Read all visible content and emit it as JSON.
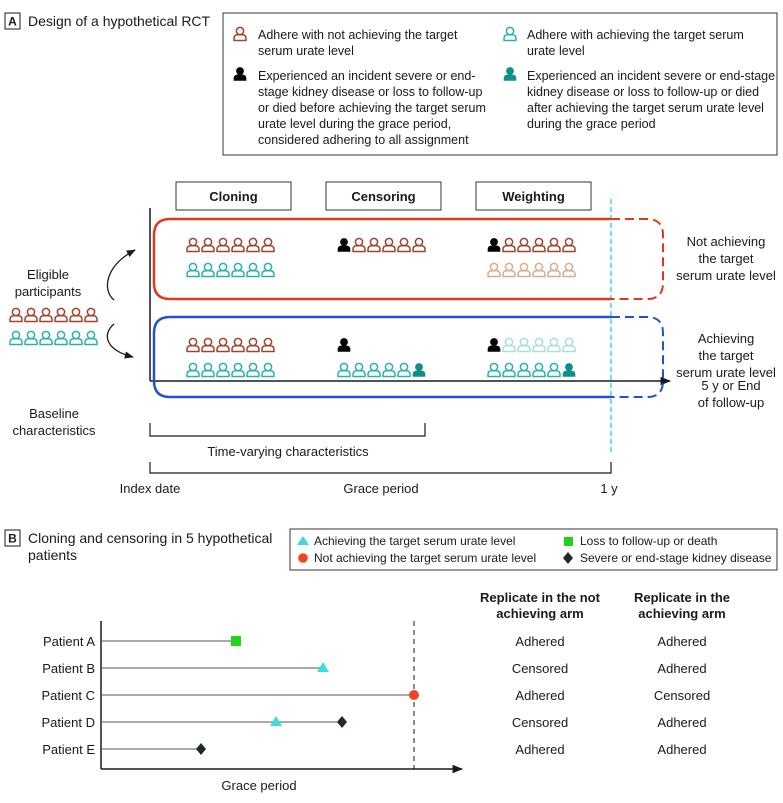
{
  "panel_a": {
    "letter": "A",
    "title": "Design of a hypothetical RCT",
    "legend": [
      {
        "icon": "person-outline-icon",
        "color": "#a0432b",
        "lines": [
          "Adhere with not achieving the target",
          "serum urate level"
        ]
      },
      {
        "icon": "person-outline-icon",
        "color": "#2bafb1",
        "lines": [
          "Adhere with achieving the target serum",
          "urate level"
        ]
      },
      {
        "icon": "person-filled-icon",
        "color": "#000000",
        "lines": [
          "Experienced an incident severe or end-",
          "stage kidney disease or loss to follow-up",
          "or died before achieving the target serum",
          "urate level during the grace period,",
          "considered adhering to all assignment"
        ]
      },
      {
        "icon": "person-filled-icon",
        "color": "#0f8f8c",
        "lines": [
          "Experienced an incident severe or end-stage",
          "kidney disease or loss to follow-up or died",
          "after achieving the target serum urate level",
          "during the grace period"
        ]
      }
    ],
    "steps": [
      "Cloning",
      "Censoring",
      "Weighting"
    ],
    "eligible_label": [
      "Eligible",
      "participants"
    ],
    "arm_labels": {
      "not_achieving": [
        "Not achieving",
        "the target",
        "serum urate level"
      ],
      "achieving": [
        "Achieving",
        "the target",
        "serum urate level"
      ]
    },
    "baseline_label": [
      "Baseline",
      "characteristics"
    ],
    "end_label": [
      "5 y or End",
      "of follow-up"
    ],
    "time_varying_label": "Time-varying characteristics",
    "timeline_labels": {
      "index_date": "Index date",
      "grace_period": "Grace period",
      "one_year": "1 y"
    },
    "colors": {
      "brown": "#a0432b",
      "teal": "#2bafb1",
      "black": "#000000",
      "dark_teal": "#0f8f8c",
      "faded_brown": "#d9ac8c",
      "faded_teal": "#a6dfe0",
      "red_box": "#e03a1e",
      "blue_box": "#2251d8",
      "cyan_line": "#3fd8e3"
    }
  },
  "panel_b": {
    "letter": "B",
    "title": [
      "Cloning and censoring in 5 hypothetical",
      "patients"
    ],
    "legend": [
      {
        "icon": "triangle-icon",
        "color": "#3fd8e3",
        "label": "Achieving the target serum urate level"
      },
      {
        "icon": "square-icon",
        "color": "#22d31c",
        "label": "Loss to follow-up or death"
      },
      {
        "icon": "circle-icon",
        "color": "#f0441e",
        "label": "Not achieving the target serum urate level"
      },
      {
        "icon": "diamond-icon",
        "color": "#1d2b26",
        "label": "Severe or end-stage kidney disease"
      }
    ],
    "column_headers": [
      [
        "Replicate in the not",
        "achieving arm"
      ],
      [
        "Replicate in the",
        "achieving arm"
      ]
    ],
    "xlabel": "Grace period",
    "patients": [
      {
        "name": "Patient A",
        "not_achieving_arm": "Adhered",
        "achieving_arm": "Adhered"
      },
      {
        "name": "Patient B",
        "not_achieving_arm": "Censored",
        "achieving_arm": "Adhered"
      },
      {
        "name": "Patient C",
        "not_achieving_arm": "Adhered",
        "achieving_arm": "Censored"
      },
      {
        "name": "Patient D",
        "not_achieving_arm": "Censored",
        "achieving_arm": "Adhered"
      },
      {
        "name": "Patient E",
        "not_achieving_arm": "Adhered",
        "achieving_arm": "Adhered"
      }
    ]
  }
}
